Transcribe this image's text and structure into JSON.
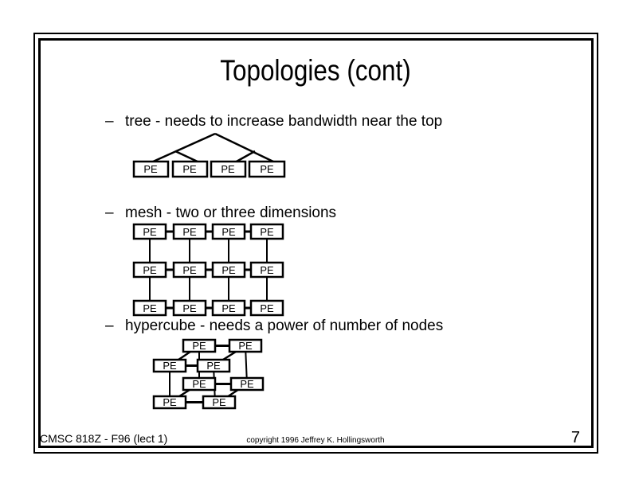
{
  "slide": {
    "title": "Topologies (cont)",
    "bullets": [
      {
        "marker": "–",
        "text": "tree - needs to increase bandwidth near the top"
      },
      {
        "marker": "–",
        "text": "mesh - two or three dimensions"
      },
      {
        "marker": "–",
        "text": "hypercube - needs a power of number of nodes"
      }
    ],
    "node_label": "PE",
    "diagrams": {
      "tree": {
        "node_label": "PE",
        "leaf_count": 4
      },
      "mesh": {
        "node_label": "PE",
        "rows": 3,
        "columns": 4
      },
      "hypercube": {
        "node_label": "PE",
        "node_count": 8
      }
    },
    "footer": {
      "left": "CMSC 818Z - F96  (lect 1)",
      "center": "copyright 1996  Jeffrey K. Hollingsworth",
      "page_number": "7"
    },
    "colors": {
      "ink": "#000000",
      "background": "#ffffff"
    }
  }
}
